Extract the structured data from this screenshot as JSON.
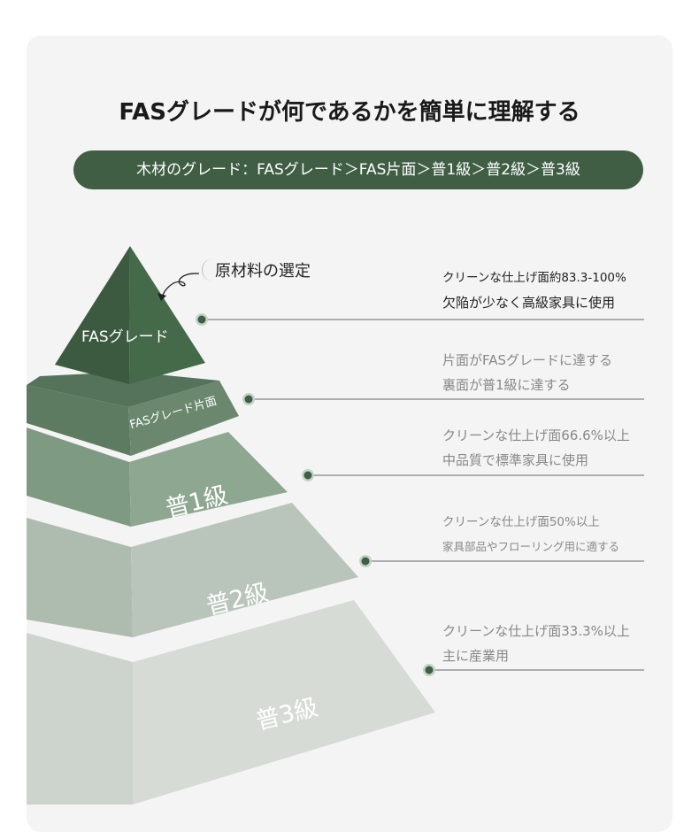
{
  "title": "FASグレードが何であるかを簡単に理解する",
  "banner": "木材のグレード：FASグレード＞FAS片面＞普1級＞普2級＞普3級",
  "callout": "原材料の選定",
  "tiers": [
    {
      "label": "FASグレード",
      "lines": [
        "クリーンな仕上げ面約83.3-100%",
        "欠陥が少なく高級家具に使用"
      ]
    },
    {
      "label": "FASグレード片面",
      "lines": [
        "片面がFASグレードに達する",
        "裏面が普1級に達する"
      ]
    },
    {
      "label": "普1級",
      "lines": [
        "クリーンな仕上げ面66.6%以上",
        "中品質で標準家具に使用"
      ]
    },
    {
      "label": "普2級",
      "lines": [
        "クリーンな仕上げ面50%以上",
        "家具部品やフローリング用に適する"
      ]
    },
    {
      "label": "普3級",
      "lines": [
        "クリーンな仕上げ面33.3%以上",
        "主に産業用"
      ]
    }
  ],
  "colors": {
    "accent": "#3f5e44",
    "background": "#f4f4f4"
  }
}
